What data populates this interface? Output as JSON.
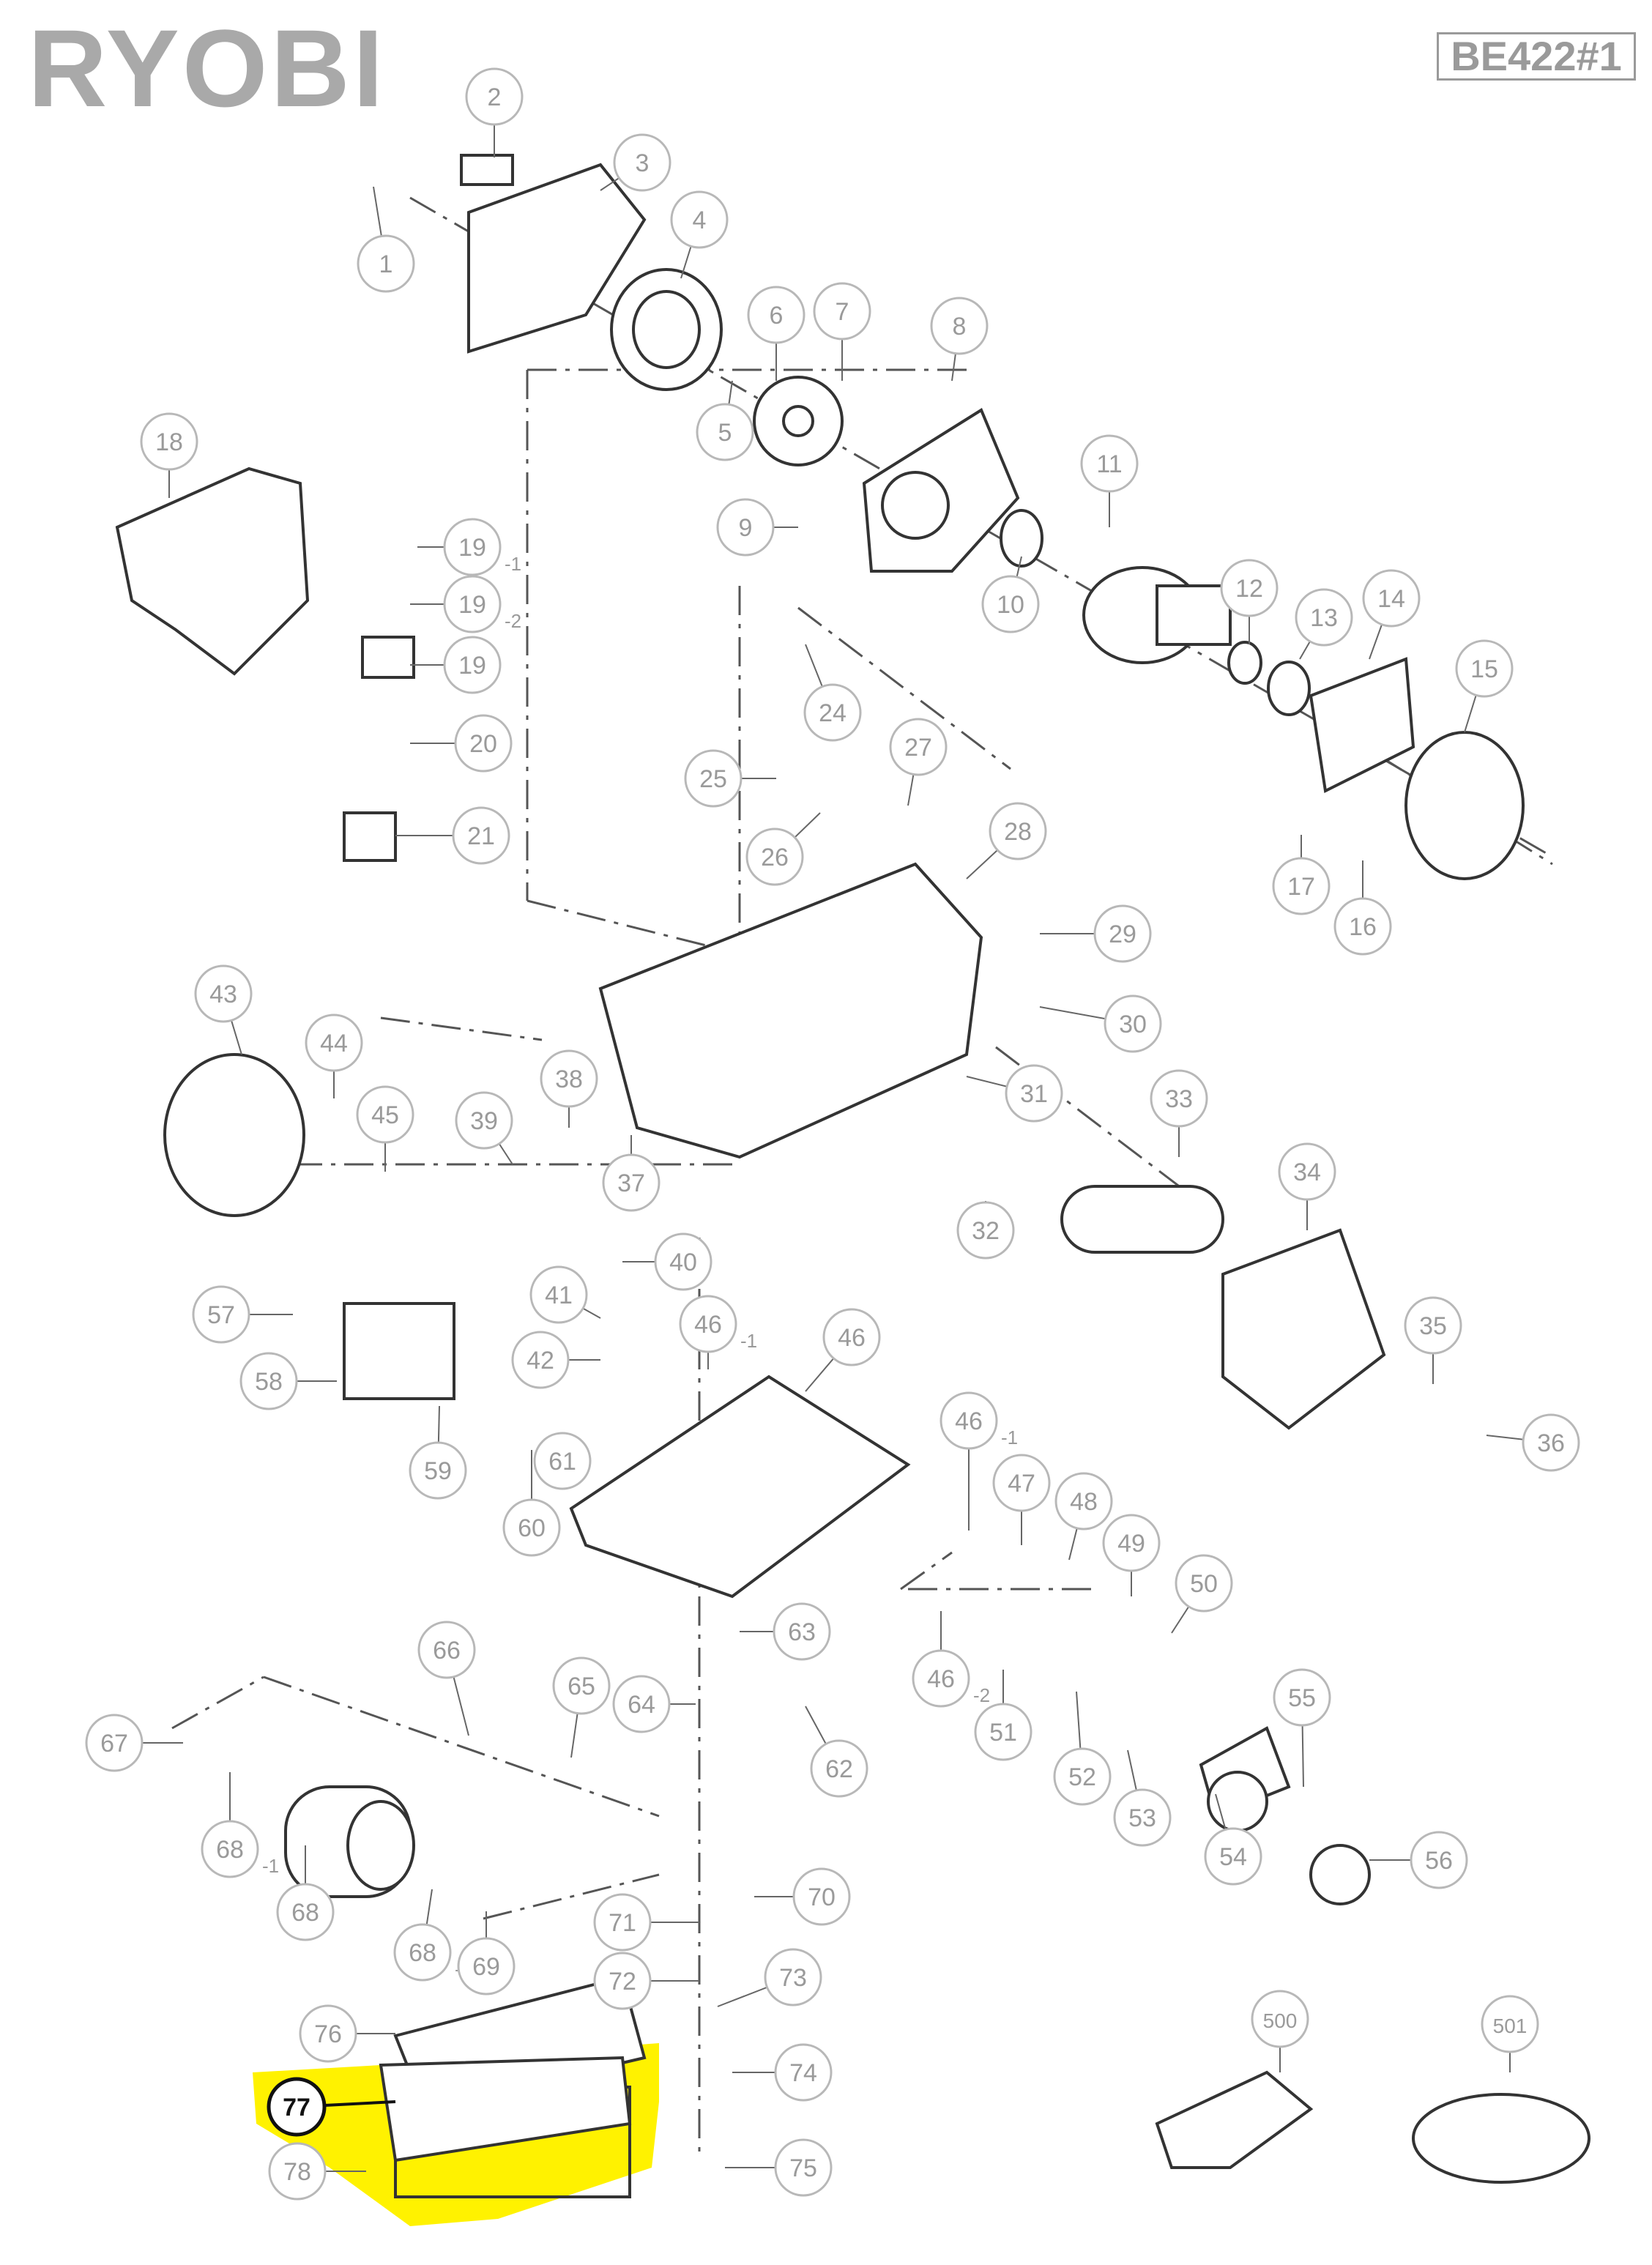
{
  "header": {
    "brand": "RYOBI",
    "model": "BE422#1"
  },
  "colors": {
    "callout": "#b8b8b8",
    "callout_text": "#9a9a9a",
    "highlight": "#fff200",
    "active_callout": "#111111"
  },
  "parts": [
    {
      "id": "p1",
      "label": "1"
    },
    {
      "id": "p2",
      "label": "2"
    },
    {
      "id": "p3",
      "label": "3"
    },
    {
      "id": "p4",
      "label": "4"
    },
    {
      "id": "p5",
      "label": "5"
    },
    {
      "id": "p6",
      "label": "6"
    },
    {
      "id": "p7",
      "label": "7"
    },
    {
      "id": "p8",
      "label": "8"
    },
    {
      "id": "p9",
      "label": "9"
    },
    {
      "id": "p10",
      "label": "10"
    },
    {
      "id": "p11",
      "label": "11"
    },
    {
      "id": "p12",
      "label": "12"
    },
    {
      "id": "p13",
      "label": "13"
    },
    {
      "id": "p14",
      "label": "14"
    },
    {
      "id": "p15",
      "label": "15"
    },
    {
      "id": "p16",
      "label": "16"
    },
    {
      "id": "p17",
      "label": "17"
    },
    {
      "id": "p18",
      "label": "18"
    },
    {
      "id": "p19a",
      "label": "19",
      "suffix": "-1"
    },
    {
      "id": "p19b",
      "label": "19",
      "suffix": "-2"
    },
    {
      "id": "p19c",
      "label": "19"
    },
    {
      "id": "p20",
      "label": "20"
    },
    {
      "id": "p21",
      "label": "21"
    },
    {
      "id": "p24",
      "label": "24"
    },
    {
      "id": "p25",
      "label": "25"
    },
    {
      "id": "p26",
      "label": "26"
    },
    {
      "id": "p27",
      "label": "27"
    },
    {
      "id": "p28",
      "label": "28"
    },
    {
      "id": "p29",
      "label": "29"
    },
    {
      "id": "p30",
      "label": "30"
    },
    {
      "id": "p31",
      "label": "31"
    },
    {
      "id": "p32",
      "label": "32"
    },
    {
      "id": "p33",
      "label": "33"
    },
    {
      "id": "p34",
      "label": "34"
    },
    {
      "id": "p35",
      "label": "35"
    },
    {
      "id": "p36",
      "label": "36"
    },
    {
      "id": "p37",
      "label": "37"
    },
    {
      "id": "p38",
      "label": "38"
    },
    {
      "id": "p39",
      "label": "39"
    },
    {
      "id": "p40",
      "label": "40"
    },
    {
      "id": "p41",
      "label": "41"
    },
    {
      "id": "p42",
      "label": "42"
    },
    {
      "id": "p43",
      "label": "43"
    },
    {
      "id": "p44",
      "label": "44"
    },
    {
      "id": "p45",
      "label": "45"
    },
    {
      "id": "p46a",
      "label": "46",
      "suffix": "-1"
    },
    {
      "id": "p46b",
      "label": "46"
    },
    {
      "id": "p46c",
      "label": "46",
      "suffix": "-1"
    },
    {
      "id": "p46d",
      "label": "46",
      "suffix": "-2"
    },
    {
      "id": "p47",
      "label": "47"
    },
    {
      "id": "p48",
      "label": "48"
    },
    {
      "id": "p49",
      "label": "49"
    },
    {
      "id": "p50",
      "label": "50"
    },
    {
      "id": "p51",
      "label": "51"
    },
    {
      "id": "p52",
      "label": "52"
    },
    {
      "id": "p53",
      "label": "53"
    },
    {
      "id": "p54",
      "label": "54"
    },
    {
      "id": "p55",
      "label": "55"
    },
    {
      "id": "p56",
      "label": "56"
    },
    {
      "id": "p57",
      "label": "57"
    },
    {
      "id": "p58",
      "label": "58"
    },
    {
      "id": "p59",
      "label": "59"
    },
    {
      "id": "p60",
      "label": "60"
    },
    {
      "id": "p61",
      "label": "61"
    },
    {
      "id": "p62",
      "label": "62"
    },
    {
      "id": "p63",
      "label": "63"
    },
    {
      "id": "p64",
      "label": "64"
    },
    {
      "id": "p65",
      "label": "65"
    },
    {
      "id": "p66",
      "label": "66"
    },
    {
      "id": "p67",
      "label": "67"
    },
    {
      "id": "p68a",
      "label": "68",
      "suffix": "-1"
    },
    {
      "id": "p68b",
      "label": "68"
    },
    {
      "id": "p68c",
      "label": "68",
      "suffix": "-1"
    },
    {
      "id": "p69",
      "label": "69"
    },
    {
      "id": "p70",
      "label": "70"
    },
    {
      "id": "p71",
      "label": "71"
    },
    {
      "id": "p72",
      "label": "72"
    },
    {
      "id": "p73",
      "label": "73"
    },
    {
      "id": "p74",
      "label": "74"
    },
    {
      "id": "p75",
      "label": "75"
    },
    {
      "id": "p76",
      "label": "76"
    },
    {
      "id": "p77",
      "label": "77",
      "active": true
    },
    {
      "id": "p78",
      "label": "78"
    },
    {
      "id": "p500",
      "label": "500"
    },
    {
      "id": "p501",
      "label": "501"
    }
  ]
}
